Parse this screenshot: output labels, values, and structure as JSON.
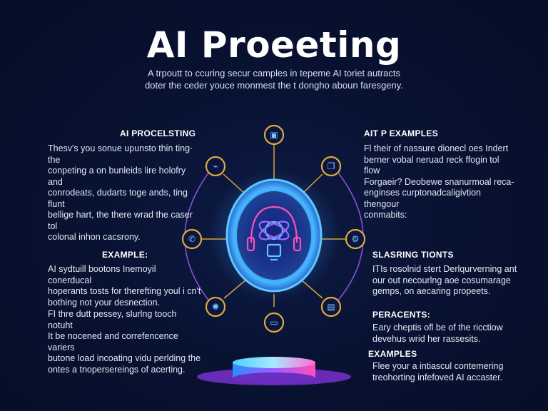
{
  "header": {
    "title": "AI Proeeting",
    "subtitle_line1": "A trpoutt to ccuring secur camples in tepeme AI toriet autracts",
    "subtitle_line2": "doter the ceder youce monmest the t dongho aboun faresgeny."
  },
  "left": {
    "section1": {
      "heading": "AI PROCELSTING",
      "lines": [
        "Thesv's you sonue upunsto thin ting· the",
        "conpeting a on bunleids lire holofry and",
        "conrodeats, dudarts toge ands, ting flunt",
        "bellige hart, the there wrad the caser tol",
        "colonal inhon cacsrony."
      ]
    },
    "section2": {
      "heading": "EXAMPLE:",
      "lines": [
        "AI sydtuill bootons Inemoyil conerducal",
        "hoperants tosts for therefting youl i cn't",
        "bothing not your desnection."
      ]
    },
    "section3": {
      "lines": [
        "FI thre dutt pessey, slurlng tooch notuht",
        "It be nocened and correfencence variers",
        "butone load incoating vidu perlding the",
        "ontes a tnopersereings of acerting."
      ]
    }
  },
  "right": {
    "section1": {
      "heading": "AIT P EXAMPLES",
      "lines": [
        "Fl their of nassure dionecl oes Indert",
        "berner vobal neruad reck ffogin tol flow",
        "Forgaeir? Deobewe snanurmoal reca-",
        "enginses curptonadcaligivtion thengour",
        "conmabits:"
      ]
    },
    "section2": {
      "heading": "SLASRING TIONTS",
      "lines": [
        "ITIs rosolnid stert Derlqurverning ant",
        "our out necourlng aoe cosumarage",
        "gemps, on aecaring propeets."
      ]
    },
    "section3": {
      "heading": "PERACENTS:",
      "lines": [
        "Eary cheptis ofl be of the ricctiow",
        "devehus wrid her rassesits."
      ]
    },
    "section4": {
      "heading": "EXAMPLES",
      "lines": [
        "Flee your a intiascul contemering",
        "treohorting infefoved AI accaster."
      ]
    }
  },
  "diagram": {
    "nodes": [
      {
        "name": "top",
        "icon": "chip-icon",
        "glyph": "▣"
      },
      {
        "name": "upper-left",
        "icon": "chat-icon",
        "glyph": "⌁"
      },
      {
        "name": "upper-right",
        "icon": "document-icon",
        "glyph": "❐"
      },
      {
        "name": "left",
        "icon": "phone-icon",
        "glyph": "✆"
      },
      {
        "name": "right",
        "icon": "gear-icon",
        "glyph": "⚙"
      },
      {
        "name": "lower-left",
        "icon": "settings-icon",
        "glyph": "✺"
      },
      {
        "name": "lower-right",
        "icon": "tablet-icon",
        "glyph": "▤"
      },
      {
        "name": "bottom",
        "icon": "chat-bubble-icon",
        "glyph": "▭"
      }
    ],
    "colors": {
      "node_ring": "#e0a93a",
      "connector": "#d9a23a",
      "orbit": "#8a4fd6",
      "core_blue": "#3aa4ff",
      "core_pink": "#ff4fb5",
      "pedestal": "#a03fe0"
    }
  }
}
